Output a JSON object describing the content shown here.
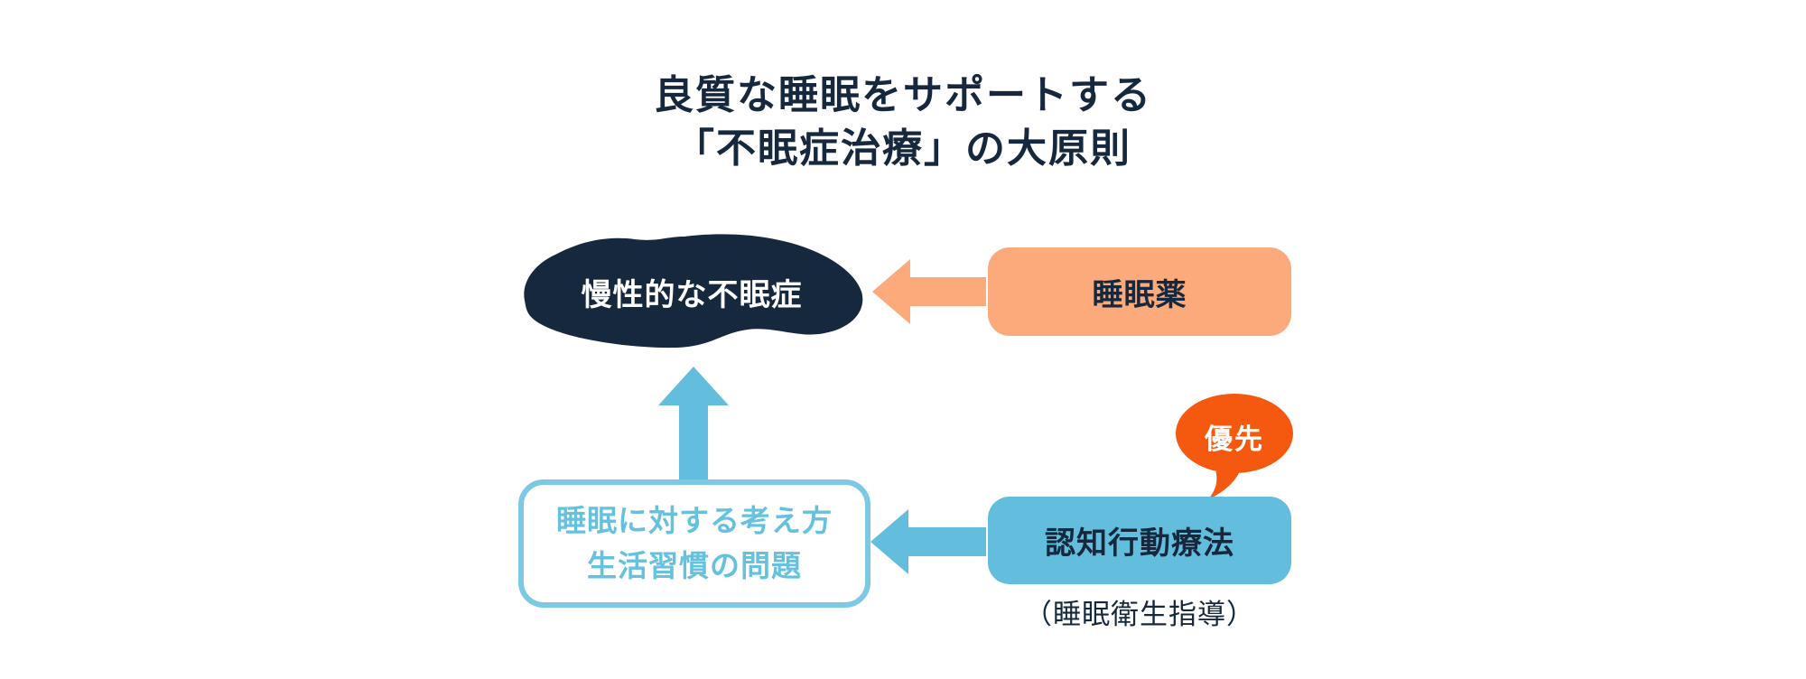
{
  "title": {
    "line1": "良質な睡眠をサポートする",
    "line2": "「不眠症治療」の大原則"
  },
  "diagram": {
    "insomnia_label": "慢性的な不眠症",
    "sleeping_pills_label": "睡眠薬",
    "cbt_label": "認知行動療法",
    "cbt_caption": "（睡眠衛生指導）",
    "causes_line1": "睡眠に対する考え方",
    "causes_line2": "生活習慣の問題",
    "priority_label": "優先"
  },
  "colors": {
    "navy": "#16283E",
    "peach": "#FCA97C",
    "sky_blue": "#62BEDC",
    "sky_border": "#7DC8E4",
    "sky_text": "#66C1DF",
    "vivid_orange": "#F4590F",
    "background": "#FFFFFF"
  }
}
